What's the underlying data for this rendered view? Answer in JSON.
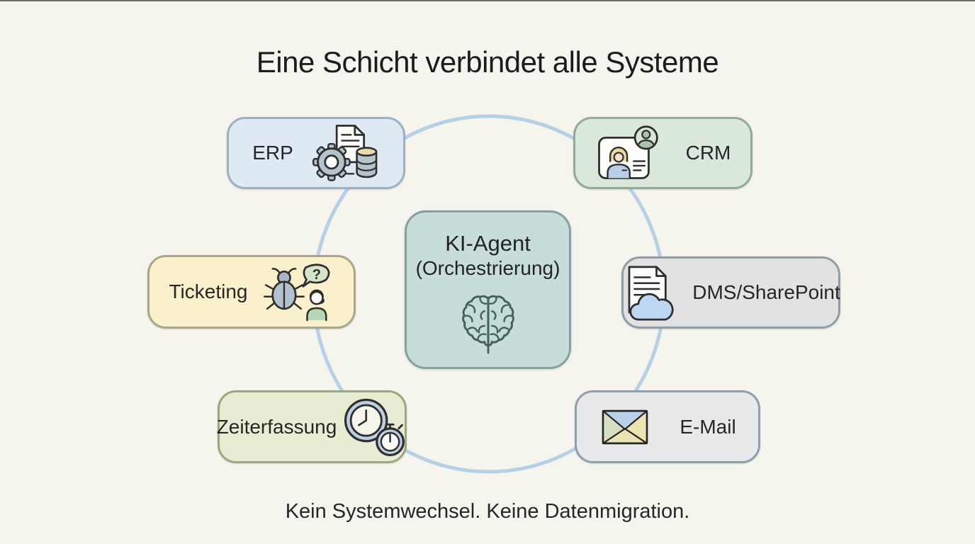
{
  "page": {
    "title": "Eine Schicht verbindet alle Systeme",
    "footer": "Kein Systemwechsel. Keine Datenmigration.",
    "background_color": "#f5f4ed",
    "connector_circle_color": "#b6d0e8",
    "text_color": "#232323"
  },
  "center": {
    "label_line1": "KI-Agent",
    "label_line2": "(Orchestrierung)",
    "icon": "brain-icon",
    "fill": "#c7dddc",
    "border": "#84a1a0"
  },
  "systems": [
    {
      "id": "erp",
      "label": "ERP",
      "icon": "gear-document-database-icon",
      "fill": "#dfe9f3",
      "border": "#9db1c1",
      "icon_side": "right"
    },
    {
      "id": "crm",
      "label": "CRM",
      "icon": "contact-card-icon",
      "fill": "#d9e8da",
      "border": "#90ab97",
      "icon_side": "left"
    },
    {
      "id": "ticketing",
      "label": "Ticketing",
      "icon": "bug-support-icon",
      "fill": "#faf0cc",
      "border": "#a8a78a",
      "icon_side": "right",
      "bubble_text": "?"
    },
    {
      "id": "dms",
      "label": "DMS/SharePoint",
      "icon": "document-cloud-icon",
      "fill": "#e2e2e3",
      "border": "#919da6",
      "icon_side": "left"
    },
    {
      "id": "zeiterfassung",
      "label": "Zeiterfassung",
      "icon": "clock-stopwatch-icon",
      "fill": "#e7ecd3",
      "border": "#9aa87e",
      "icon_side": "right"
    },
    {
      "id": "email",
      "label": "E-Mail",
      "icon": "envelope-icon",
      "fill": "#e9e9ec",
      "border": "#8f9fae",
      "icon_side": "left"
    }
  ]
}
